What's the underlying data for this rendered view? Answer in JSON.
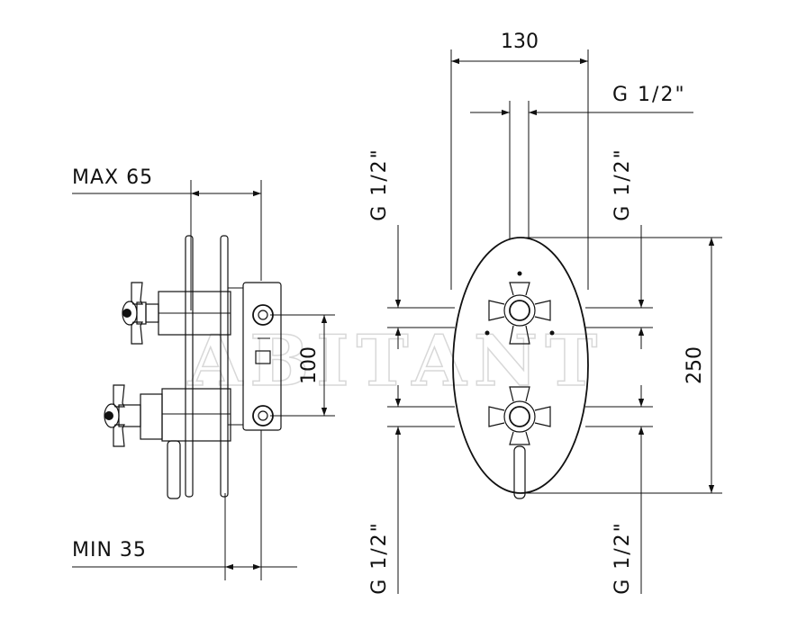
{
  "watermark": "ABITANT",
  "side_view": {
    "max_label": "MAX 65",
    "min_label": "MIN 35",
    "spacing_label": "100"
  },
  "front_view": {
    "width_label": "130",
    "top_connection_label": "G 1/2\"",
    "height_label": "250",
    "left_top_connection_label": "G 1/2\"",
    "right_top_connection_label": "G 1/2\"",
    "left_bottom_connection_label": "G 1/2\"",
    "right_bottom_connection_label": "G 1/2\""
  }
}
